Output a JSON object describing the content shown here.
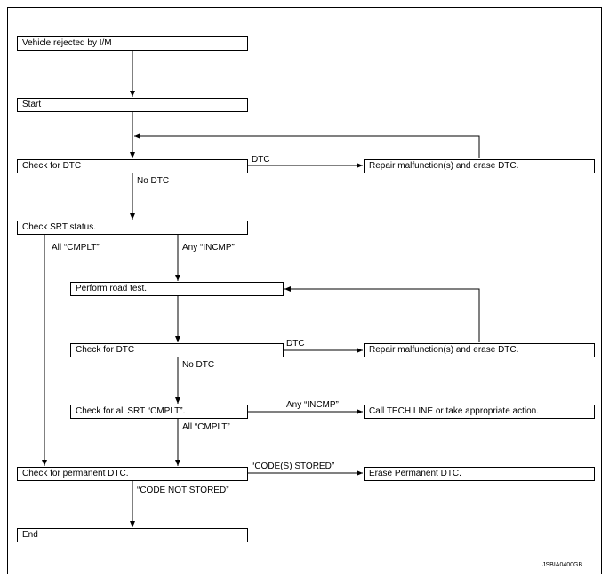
{
  "boxes": {
    "rejected": "Vehicle rejected by I/M",
    "start": "Start",
    "check_dtc_1": "Check for DTC",
    "repair_1": "Repair malfunction(s) and erase DTC.",
    "check_srt": "Check SRT status.",
    "road_test": "Perform road test.",
    "check_dtc_2": "Check for DTC",
    "repair_2": "Repair malfunction(s) and erase DTC.",
    "check_all_srt": "Check for all SRT “CMPLT”.",
    "tech_line": "Call TECH LINE or take appropriate action.",
    "check_permanent": "Check for permanent DTC.",
    "erase_permanent": "Erase Permanent DTC.",
    "end": "End"
  },
  "labels": {
    "dtc_1": "DTC",
    "no_dtc_1": "No DTC",
    "all_cmplt_1": "All “CMPLT”",
    "any_incmp_1": "Any “INCMP”",
    "dtc_2": "DTC",
    "no_dtc_2": "No DTC",
    "any_incmp_2": "Any “INCMP”",
    "all_cmplt_2": "All “CMPLT”",
    "codes_stored": "“CODE(S) STORED”",
    "code_not_stored": "“CODE NOT STORED”"
  },
  "figure_code": "JSBIA0400GB"
}
